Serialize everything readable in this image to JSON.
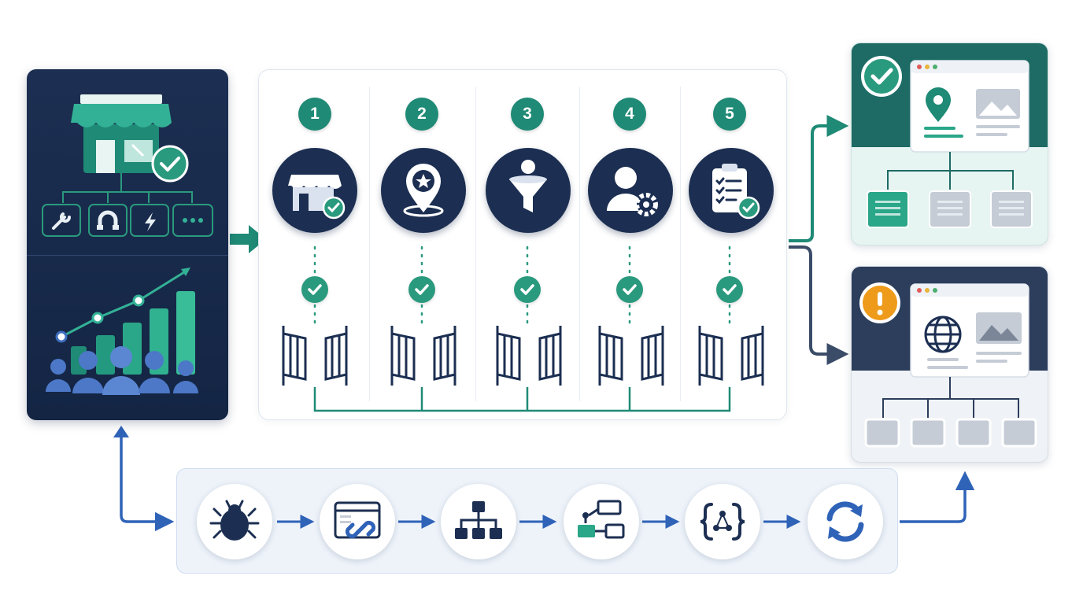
{
  "colors": {
    "navy": "#1c2f52",
    "teal": "#1f8a75",
    "teal_light": "#2a9a7e",
    "blue": "#2f63b8",
    "warning": "#ee9a1a",
    "success_card_bg": "#e6f4f2",
    "warning_card_bg": "#eff2f6"
  },
  "left_panel": {
    "storefront_icon": "storefront-icon",
    "tools": [
      {
        "icon": "wrench-icon"
      },
      {
        "icon": "magnet-icon"
      },
      {
        "icon": "lightning-icon"
      },
      {
        "icon": "more-icon"
      }
    ],
    "growth_chart_icon": "growth-chart-icon",
    "audience_icon": "people-group-icon"
  },
  "steps": [
    {
      "number": "1",
      "icon": "store-check-icon"
    },
    {
      "number": "2",
      "icon": "location-star-icon"
    },
    {
      "number": "3",
      "icon": "user-funnel-icon"
    },
    {
      "number": "4",
      "icon": "user-gear-icon"
    },
    {
      "number": "5",
      "icon": "checklist-icon"
    }
  ],
  "outcomes": [
    {
      "status": "success",
      "status_icon": "check-icon",
      "page_icon": "location-pin-icon"
    },
    {
      "status": "warning",
      "status_icon": "exclamation-icon",
      "page_icon": "globe-icon"
    }
  ],
  "pipeline": [
    {
      "icon": "bug-crawler-icon"
    },
    {
      "icon": "browser-link-icon"
    },
    {
      "icon": "sitemap-icon"
    },
    {
      "icon": "flow-diagram-icon"
    },
    {
      "icon": "code-braces-icon"
    },
    {
      "icon": "refresh-icon"
    }
  ]
}
